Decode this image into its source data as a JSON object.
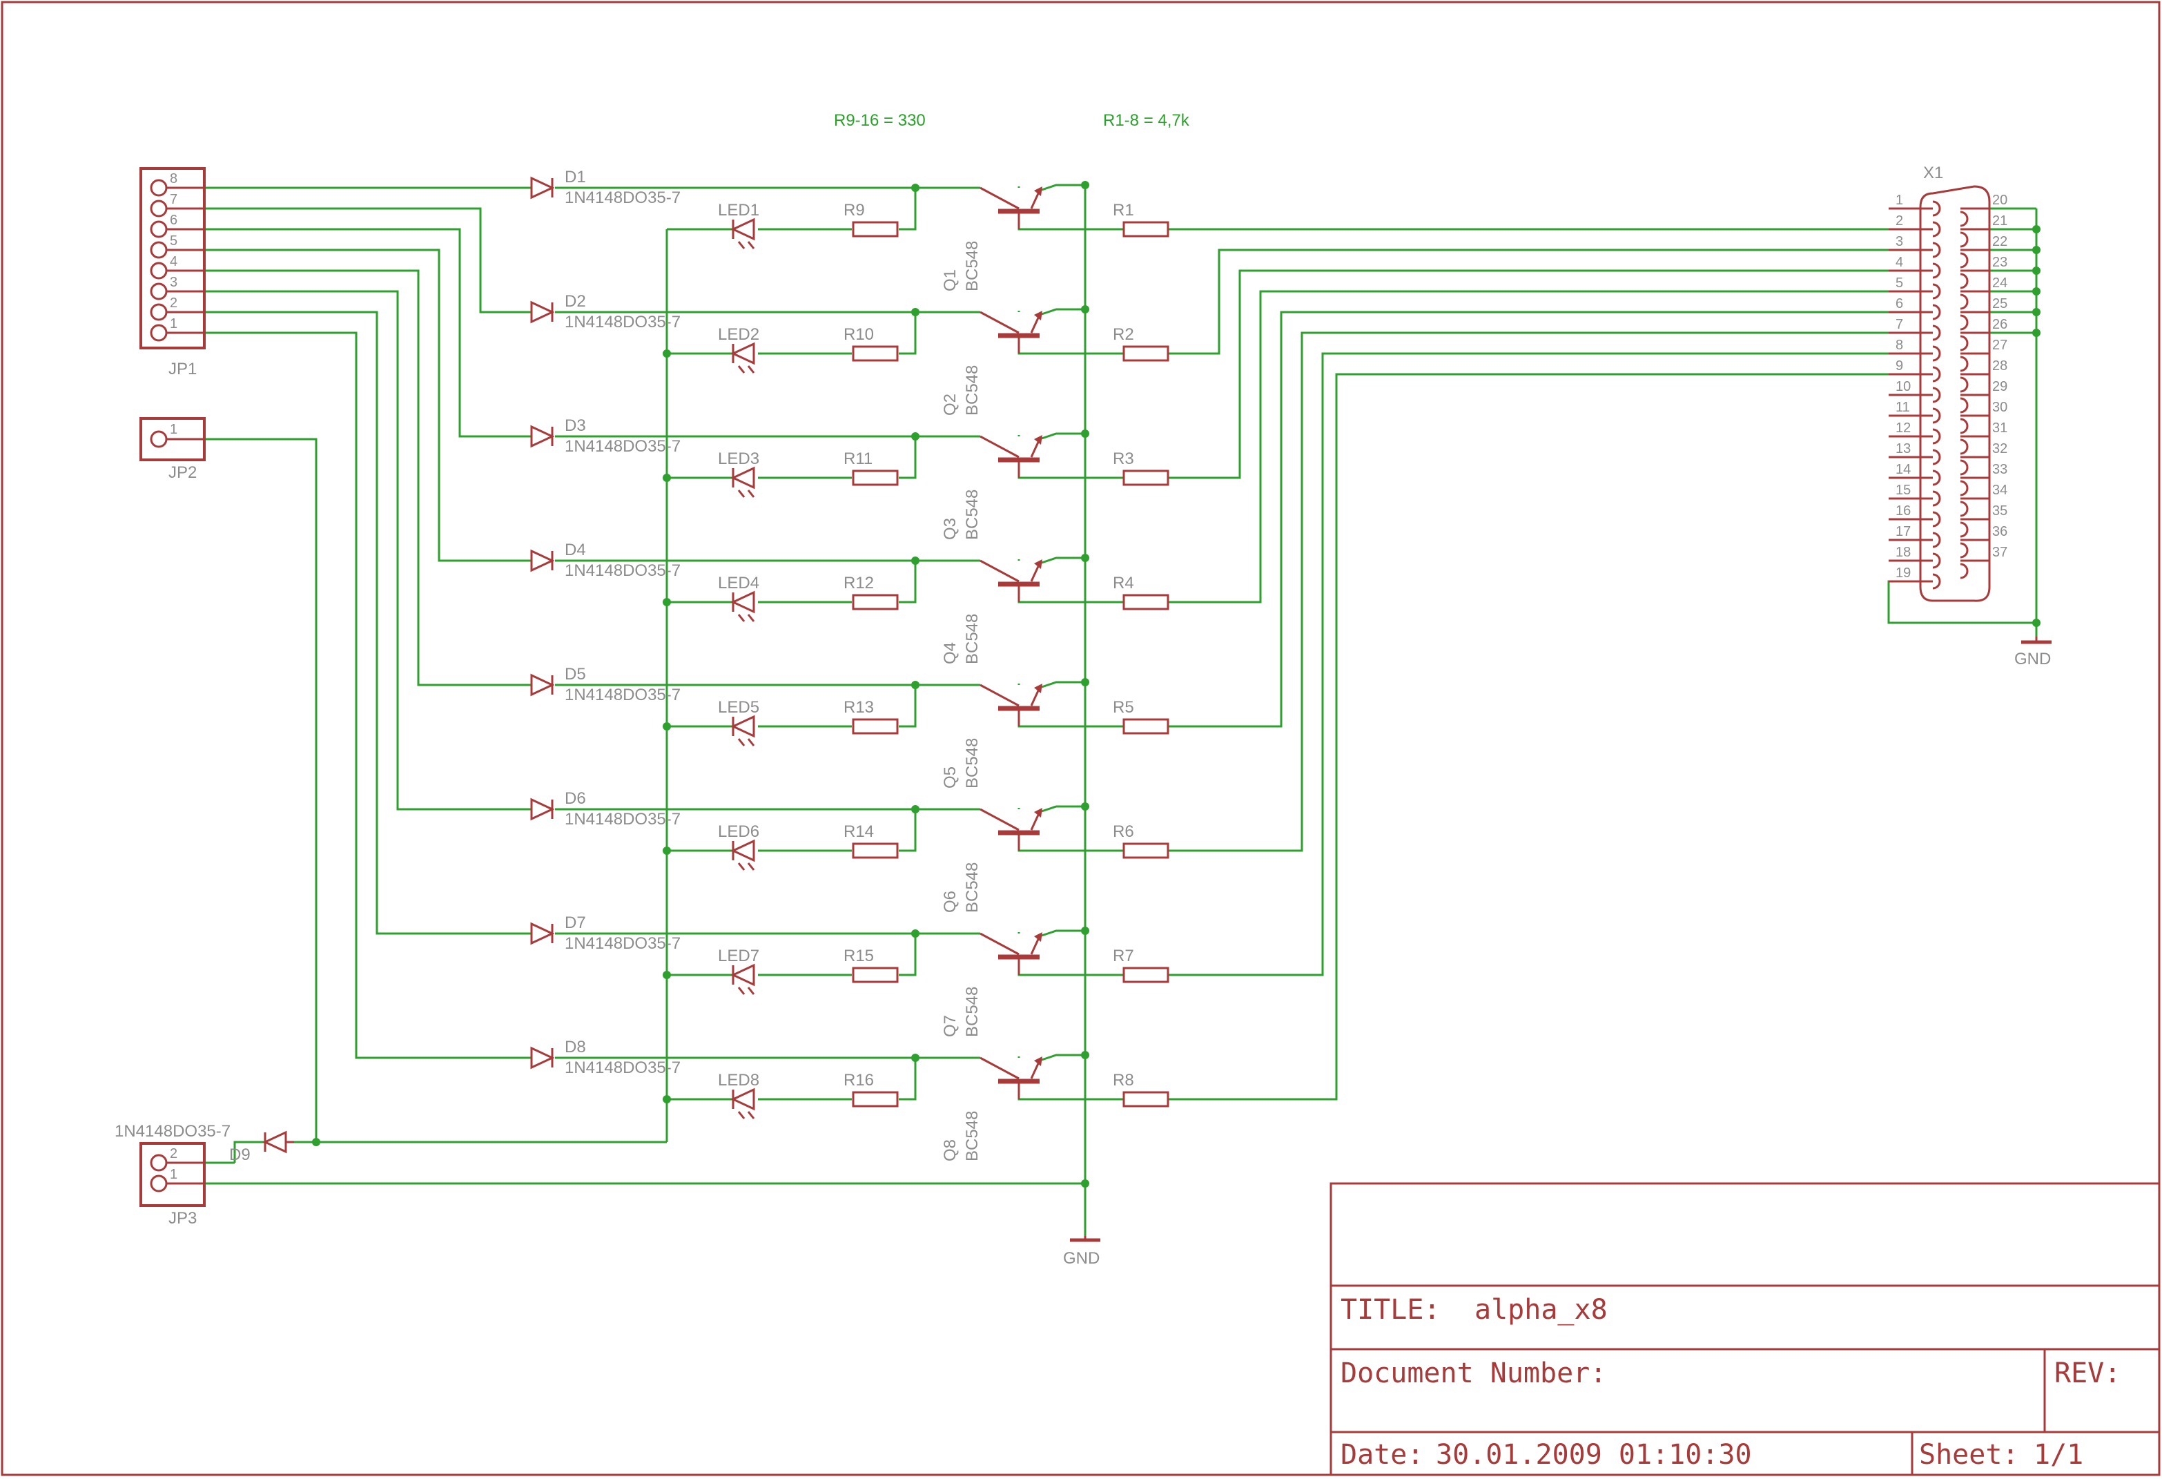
{
  "colors": {
    "wire": "#2ea02e",
    "symbol": "#a83a3a",
    "label": "#8c8c8c",
    "note": "#2ca02c",
    "frame": "#a83a3a"
  },
  "notes": {
    "r_led": "R9-16 = 330",
    "r_base": "R1-8 = 4,7k"
  },
  "jp1": {
    "name": "JP1",
    "pins": [
      "8",
      "7",
      "6",
      "5",
      "4",
      "3",
      "2",
      "1"
    ]
  },
  "jp2": {
    "name": "JP2",
    "pin": "1"
  },
  "jp3": {
    "name": "JP3",
    "pins": [
      "2",
      "1"
    ]
  },
  "d9": {
    "name": "D9",
    "value": "1N4148DO35-7"
  },
  "channels": [
    {
      "diode": "D1",
      "diode_value": "1N4148DO35-7",
      "led": "LED1",
      "r_led": "R9",
      "transistor": "Q1",
      "transistor_value": "BC548",
      "r_base": "R1"
    },
    {
      "diode": "D2",
      "diode_value": "1N4148DO35-7",
      "led": "LED2",
      "r_led": "R10",
      "transistor": "Q2",
      "transistor_value": "BC548",
      "r_base": "R2"
    },
    {
      "diode": "D3",
      "diode_value": "1N4148DO35-7",
      "led": "LED3",
      "r_led": "R11",
      "transistor": "Q3",
      "transistor_value": "BC548",
      "r_base": "R3"
    },
    {
      "diode": "D4",
      "diode_value": "1N4148DO35-7",
      "led": "LED4",
      "r_led": "R12",
      "transistor": "Q4",
      "transistor_value": "BC548",
      "r_base": "R4"
    },
    {
      "diode": "D5",
      "diode_value": "1N4148DO35-7",
      "led": "LED5",
      "r_led": "R13",
      "transistor": "Q5",
      "transistor_value": "BC548",
      "r_base": "R5"
    },
    {
      "diode": "D6",
      "diode_value": "1N4148DO35-7",
      "led": "LED6",
      "r_led": "R14",
      "transistor": "Q6",
      "transistor_value": "BC548",
      "r_base": "R6"
    },
    {
      "diode": "D7",
      "diode_value": "1N4148DO35-7",
      "led": "LED7",
      "r_led": "R15",
      "transistor": "Q7",
      "transistor_value": "BC548",
      "r_base": "R7"
    },
    {
      "diode": "D8",
      "diode_value": "1N4148DO35-7",
      "led": "LED8",
      "r_led": "R16",
      "transistor": "Q8",
      "transistor_value": "BC548",
      "r_base": "R8"
    }
  ],
  "x1": {
    "name": "X1",
    "left_pins": [
      "1",
      "2",
      "3",
      "4",
      "5",
      "6",
      "7",
      "8",
      "9",
      "10",
      "11",
      "12",
      "13",
      "14",
      "15",
      "16",
      "17",
      "18",
      "19"
    ],
    "right_pins": [
      "20",
      "21",
      "22",
      "23",
      "24",
      "25",
      "26",
      "27",
      "28",
      "29",
      "30",
      "31",
      "32",
      "33",
      "34",
      "35",
      "36",
      "37"
    ]
  },
  "gnd": {
    "label": "GND"
  },
  "title_block": {
    "title_label": "TITLE:",
    "title": "alpha_x8",
    "document_number_label": "Document Number:",
    "rev_label": "REV:",
    "date_label": "Date:",
    "date": "30.01.2009 01:10:30",
    "sheet_label": "Sheet:",
    "sheet": "1/1"
  }
}
